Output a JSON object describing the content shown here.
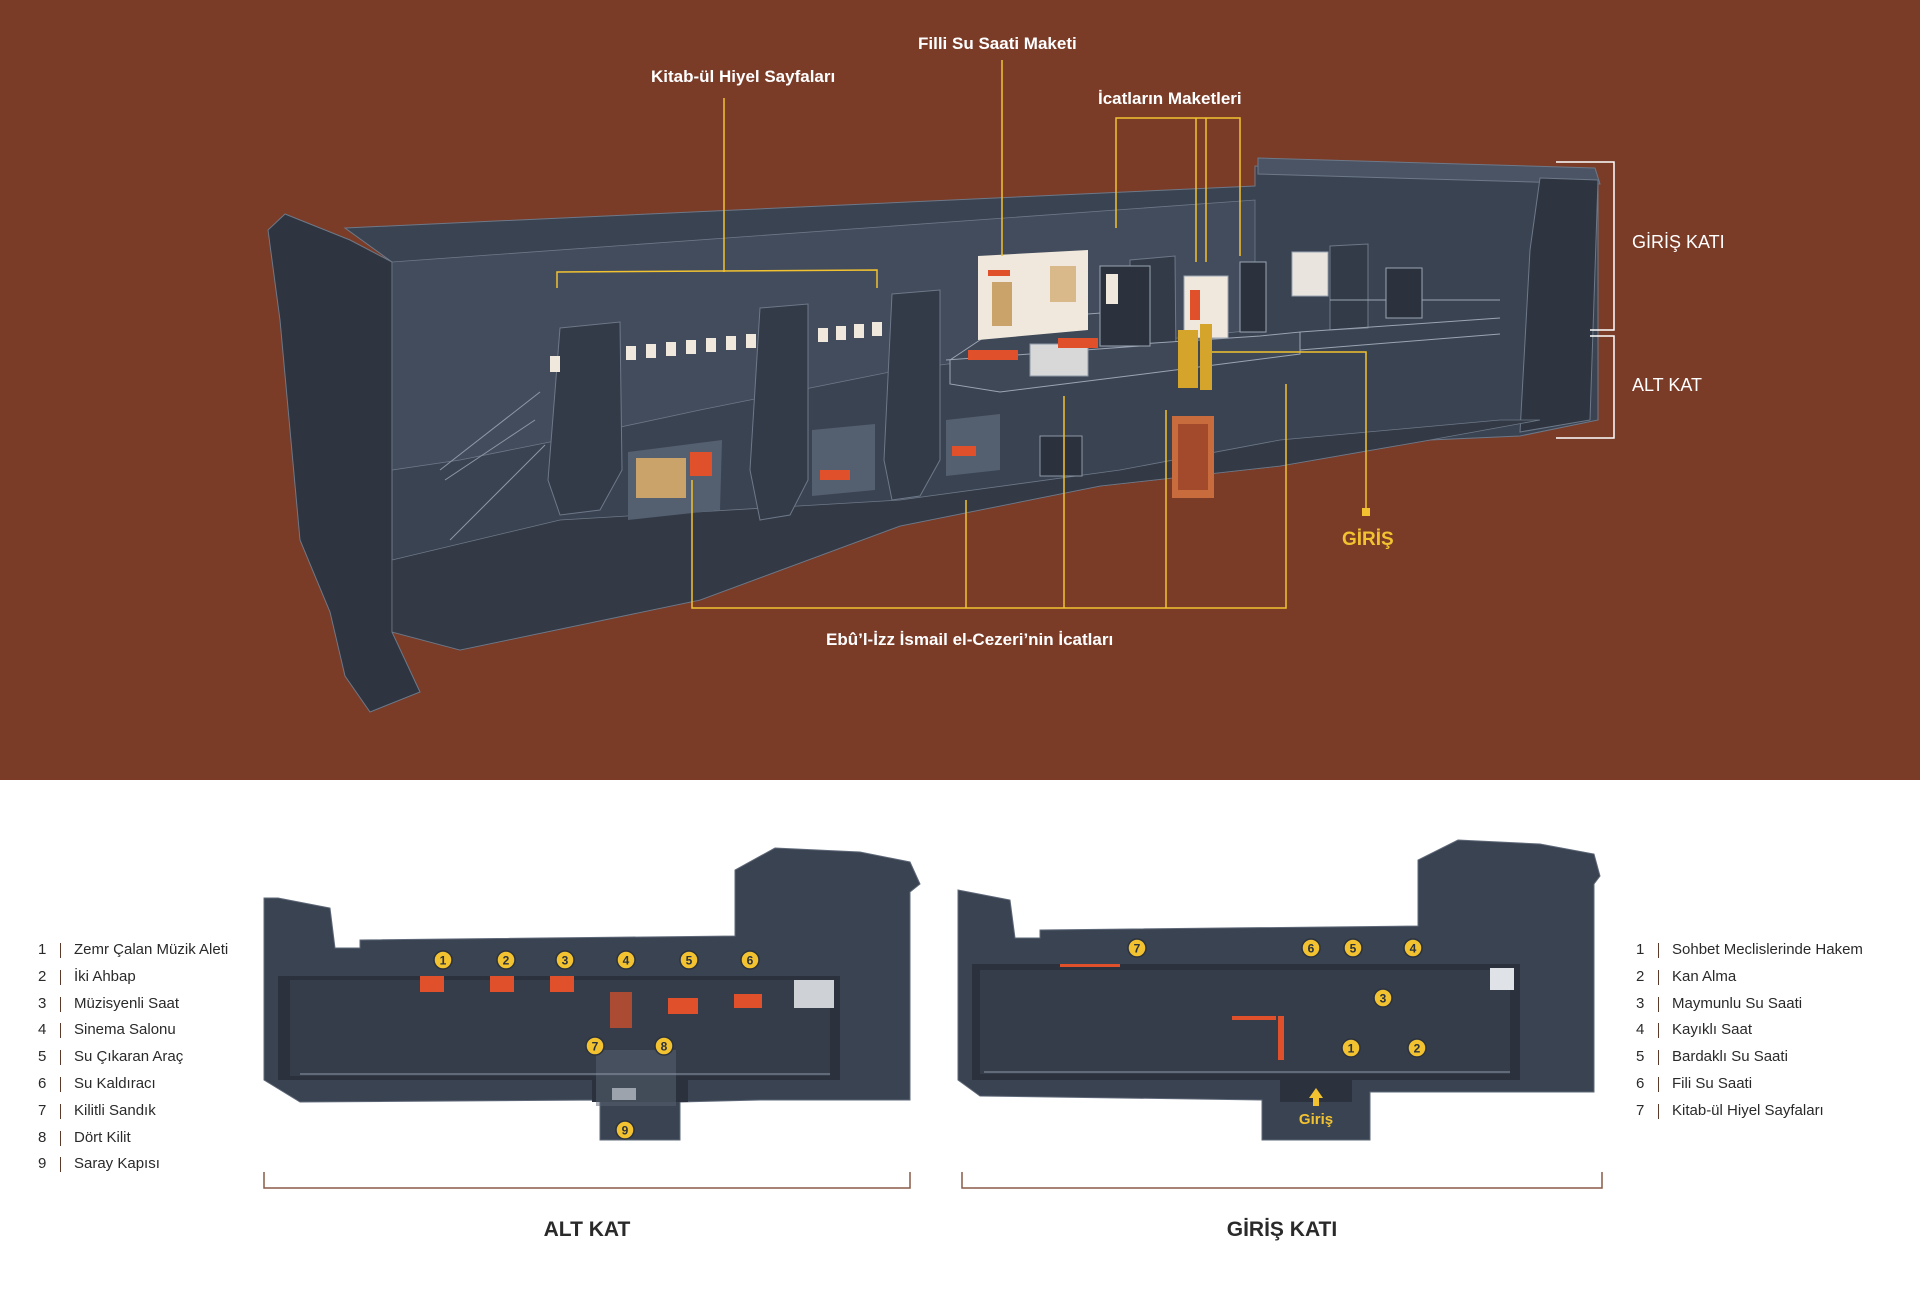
{
  "colors": {
    "background_top": "#7a3b27",
    "wall": "#3a4351",
    "wall_dark": "#2b323d",
    "line": "#f2c230",
    "display_red": "#e0512b",
    "text_white": "#ffffff"
  },
  "top_view": {
    "callouts": {
      "kitab": "Kitab-ül Hiyel Sayfaları",
      "filli": "Filli Su Saati Maketi",
      "icatlarin": "İcatların Maketleri",
      "giris": "GİRİŞ",
      "ebul": "Ebû’l-İzz İsmail el-Cezeri’nin İcatları"
    },
    "floors": {
      "upper": "GİRİŞ KATI",
      "lower": "ALT KAT"
    }
  },
  "plans": {
    "alt_kat": {
      "title": "ALT KAT",
      "markers": [
        "1",
        "2",
        "3",
        "4",
        "5",
        "6",
        "7",
        "8",
        "9"
      ],
      "legend": [
        {
          "num": "1",
          "label": "Zemr Çalan Müzik Aleti"
        },
        {
          "num": "2",
          "label": "İki Ahbap"
        },
        {
          "num": "3",
          "label": "Müzisyenli Saat"
        },
        {
          "num": "4",
          "label": "Sinema Salonu"
        },
        {
          "num": "5",
          "label": "Su Çıkaran Araç"
        },
        {
          "num": "6",
          "label": "Su Kaldıracı"
        },
        {
          "num": "7",
          "label": "Kilitli Sandık"
        },
        {
          "num": "8",
          "label": "Dört Kilit"
        },
        {
          "num": "9",
          "label": "Saray Kapısı"
        }
      ]
    },
    "giris_kati": {
      "title": "GİRİŞ KATI",
      "entrance": "Giriş",
      "markers": [
        "1",
        "2",
        "3",
        "4",
        "5",
        "6",
        "7"
      ],
      "legend": [
        {
          "num": "1",
          "label": "Sohbet Meclislerinde Hakem"
        },
        {
          "num": "2",
          "label": "Kan Alma"
        },
        {
          "num": "3",
          "label": "Maymunlu Su Saati"
        },
        {
          "num": "4",
          "label": "Kayıklı Saat"
        },
        {
          "num": "5",
          "label": "Bardaklı Su Saati"
        },
        {
          "num": "6",
          "label": "Fili Su Saati"
        },
        {
          "num": "7",
          "label": "Kitab-ül Hiyel Sayfaları"
        }
      ]
    }
  }
}
